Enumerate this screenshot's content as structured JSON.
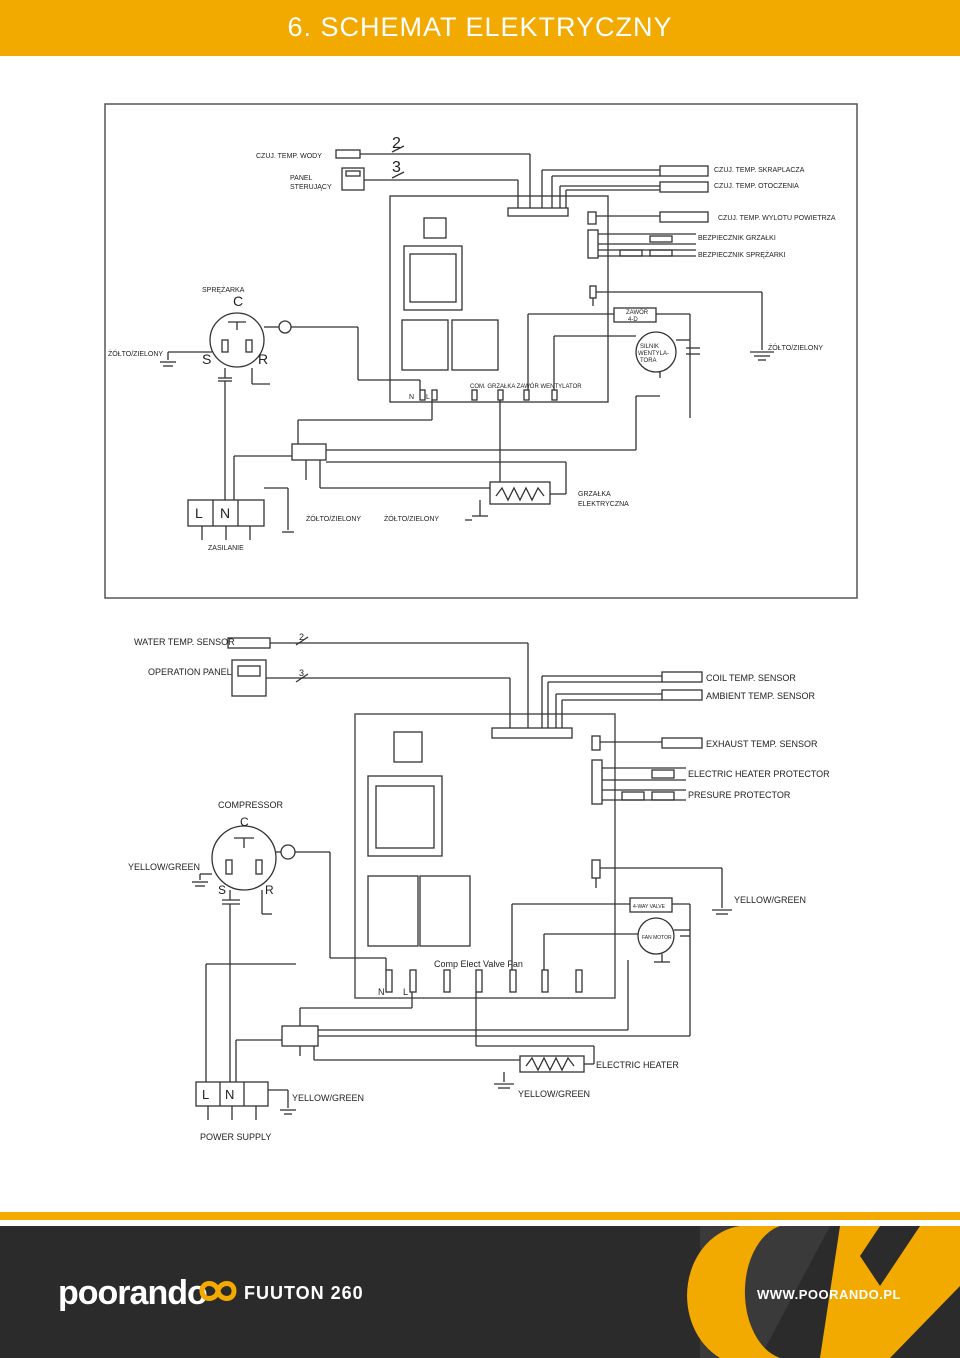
{
  "header": {
    "title": "6. SCHEMAT ELEKTRYCZNY"
  },
  "colors": {
    "accent": "#f2a900",
    "footer_bg": "#2b2b2b"
  },
  "diagram_pl": {
    "water_sensor": "CZUJ. TEMP. WODY",
    "panel": [
      "PANEL",
      "STERUJĄCY"
    ],
    "wire2": "2",
    "wire3": "3",
    "coil_sensor": "CZUJ. TEMP. SKRAPLACZA",
    "ambient_sensor": "CZUJ. TEMP. OTOCZENIA",
    "exhaust_sensor": "CZUJ. TEMP. WYLOTU POWIETRZA",
    "heater_protector": "BEZPIECZNIK GRZAŁKI",
    "pressure_protector": "BEZPIECZNIK SPRĘŻARKI",
    "compressor": "SPRĘŻARKA",
    "comp_c": "C",
    "comp_s": "S",
    "comp_r": "R",
    "yg_left": "ŻÓŁTO/ZIELONY",
    "yg_right": "ŻÓŁTO/ZIELONY",
    "valve": [
      "ZAWÓR",
      "4-D"
    ],
    "fan_motor": [
      "SILNIK",
      "WENTYLA-",
      "TORA"
    ],
    "terminals": "COM.  GRZAŁKA ZAWÓR WENTYLATOR",
    "term_n": "N",
    "term_l": "L",
    "heater": [
      "GRZAŁKA",
      "ELEKTRYCZNA"
    ],
    "supply_l": "L",
    "supply_n": "N",
    "supply": "ZASILANIE",
    "yg_bottom1": "ŻÓŁTO/ZIELONY",
    "yg_bottom2": "ŻÓŁTO/ZIELONY"
  },
  "diagram_en": {
    "water_sensor": "WATER TEMP. SENSOR",
    "panel": "OPERATION PANEL",
    "wire2": "2",
    "wire3": "3",
    "coil_sensor": "COIL TEMP. SENSOR",
    "ambient_sensor": "AMBIENT TEMP. SENSOR",
    "exhaust_sensor": "EXHAUST TEMP. SENSOR",
    "heater_protector": "ELECTRIC HEATER PROTECTOR",
    "pressure_protector": "PRESURE PROTECTOR",
    "compressor": "COMPRESSOR",
    "comp_c": "C",
    "comp_s": "S",
    "comp_r": "R",
    "yg_left": "YELLOW/GREEN",
    "yg_right": "YELLOW/GREEN",
    "valve": "4-WAY VALVE",
    "fan_motor": "FAN MOTOR",
    "terminals": "Comp  Elect  Valve    Fan",
    "term_n": "N",
    "term_l": "L",
    "heater": "ELECTRIC HEATER",
    "supply_l": "L",
    "supply_n": "N",
    "supply": "POWER SUPPLY",
    "yg_bottom1": "YELLOW/GREEN",
    "yg_bottom2": "YELLOW/GREEN"
  },
  "footer": {
    "brand": "poorando",
    "model": "FUUTON 260",
    "url": "WWW.POORANDO.PL"
  }
}
